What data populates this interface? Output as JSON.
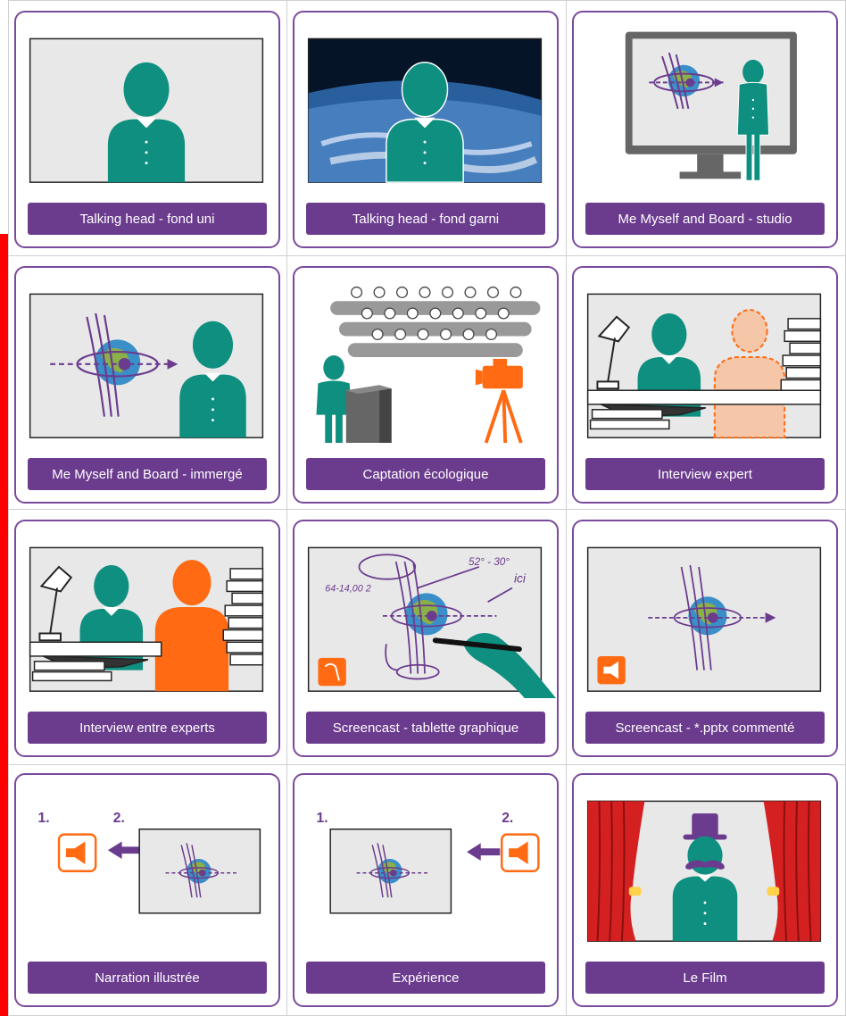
{
  "cards": [
    {
      "label": "Talking head - fond uni"
    },
    {
      "label": "Talking head - fond garni"
    },
    {
      "label": "Me Myself and Board - studio"
    },
    {
      "label": "Me Myself and Board - immergé"
    },
    {
      "label": "Captation écologique"
    },
    {
      "label": "Interview expert"
    },
    {
      "label": "Interview entre experts"
    },
    {
      "label": "Screencast - tablette graphique"
    },
    {
      "label": "Screencast - *.pptx commenté"
    },
    {
      "label": "Narration illustrée"
    },
    {
      "label": "Expérience"
    },
    {
      "label": "Le Film"
    }
  ],
  "annotations": {
    "step_1": "1.",
    "step_2": "2.",
    "board_math_1": "64-14,00 2",
    "board_math_2": "52° - 30°",
    "board_word": "ici"
  },
  "colors": {
    "teal": "#0f8f7f",
    "purple": "#6b3b8e",
    "orange": "#ff6a13",
    "peach": "#f5c6a8",
    "red_curtain": "#d42020",
    "screen_gray": "#e8e8e8",
    "bezel": "#666666"
  },
  "icons": [
    "person-silhouette",
    "earth-globe",
    "field-lines",
    "desk-lamp",
    "book-stack",
    "video-camera",
    "tripod",
    "audience",
    "podium",
    "megaphone",
    "pen-tablet",
    "hand-with-pen",
    "arrow-left",
    "top-hat",
    "mustache",
    "stage-curtain"
  ]
}
